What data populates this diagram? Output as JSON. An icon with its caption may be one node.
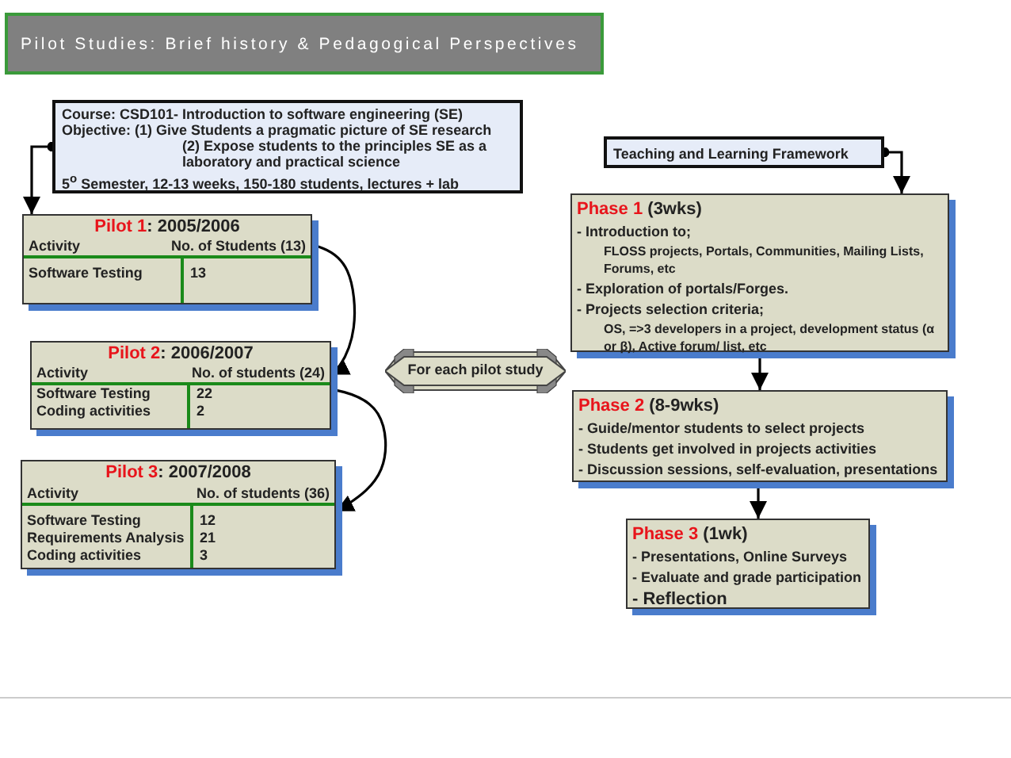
{
  "diagram": {
    "title": "Pilot Studies: Brief history & Pedagogical Perspectives",
    "nodes": [
      {
        "text": [
          "Course: CSD101- Introduction to software engineering (SE)",
          "Objective: (1) Give Students a pragmatic picture of SE research",
          "(2) Expose students to the principles SE as a laboratory and practical science",
          "5$^{o}$ Semester, 12-13 weeks, 150-180 students, lectures + lab"
        ]
      },
      {
        "text": [
          "Pilot 1",
          ": 2005/2006",
          "Activity",
          "No. of Students (13)",
          "Software Testing",
          "13"
        ]
      },
      {
        "text": [
          "Pilot 2",
          ": 2006/2007",
          "Activity",
          "No. of students (24)",
          "Software Testing",
          "22",
          "Coding activities",
          "2"
        ]
      },
      {
        "text": [
          "Pilot 3",
          ": 2007/2008",
          "Activity",
          "No. of students (36)",
          "Software Testing",
          "12",
          "Requirements Analysis",
          "21",
          "Coding activities",
          "3"
        ]
      },
      {
        "text": [
          "For each pilot study"
        ]
      },
      {
        "text": [
          "Teaching and Learning Framework"
        ]
      },
      {
        "text": [
          "Phase 1",
          " (3wks)",
          "- Introduction to;",
          "FLOSS projects, Portals, Communities, Mailing Lists, Forums, etc",
          "- Exploration of portals/Forges.",
          "- Projects selection criteria;",
          "OS, =>3 developers in a project, development status (α or β), Active forum/ list, etc"
        ]
      },
      {
        "text": [
          "Phase 2",
          " (8-9wks)",
          "- Guide/mentor students to select projects",
          "- Students get involved in projects activities",
          "- Discussion sessions, self-evaluation, presentations"
        ]
      },
      {
        "text": [
          "Phase 3",
          " (1wk)",
          "- Presentations, Online Surveys",
          "- Evaluate and grade participation",
          "- Reflection"
        ]
      }
    ],
    "edges": [
      {
        "from": 0,
        "to": 1,
        "arrow": "to"
      },
      {
        "from": 1,
        "to": 2,
        "arrow": "to"
      },
      {
        "from": 2,
        "to": 3,
        "arrow": "to"
      },
      {
        "from": 5,
        "to": 6,
        "arrow": "to"
      },
      {
        "from": 6,
        "to": 7,
        "arrow": "to"
      },
      {
        "from": 7,
        "to": 8,
        "arrow": "to"
      }
    ]
  }
}
